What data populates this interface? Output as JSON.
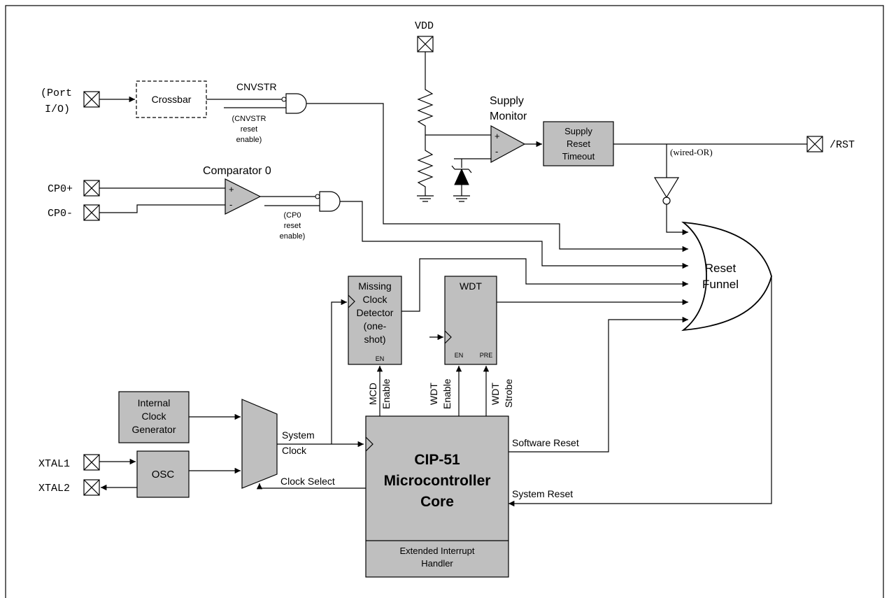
{
  "pins": {
    "port_io_1": "(Port",
    "port_io_2": "I/O)",
    "vdd": "VDD",
    "rst": "/RST",
    "cp0_plus": "CP0+",
    "cp0_minus": "CP0-",
    "xtal1": "XTAL1",
    "xtal2": "XTAL2"
  },
  "blocks": {
    "crossbar": "Crossbar",
    "supply_monitor_1": "Supply",
    "supply_monitor_2": "Monitor",
    "supply_reset_1": "Supply",
    "supply_reset_2": "Reset",
    "supply_reset_3": "Timeout",
    "comparator": "Comparator 0",
    "reset_funnel_1": "Reset",
    "reset_funnel_2": "Funnel",
    "mcd_1": "Missing",
    "mcd_2": "Clock",
    "mcd_3": "Detector",
    "mcd_4": "(one-",
    "mcd_5": "shot)",
    "mcd_en": "EN",
    "wdt": "WDT",
    "wdt_en": "EN",
    "wdt_pre": "PRE",
    "icg_1": "Internal",
    "icg_2": "Clock",
    "icg_3": "Generator",
    "osc": "OSC",
    "cip_1": "CIP-51",
    "cip_2": "Microcontroller",
    "cip_3": "Core",
    "eih_1": "Extended Interrupt",
    "eih_2": "Handler"
  },
  "signals": {
    "cnvstr": "CNVSTR",
    "cnvstr_en_1": "(CNVSTR",
    "cnvstr_en_2": "reset",
    "cnvstr_en_3": "enable)",
    "cp0_en_1": "(CP0",
    "cp0_en_2": "reset",
    "cp0_en_3": "enable)",
    "wired_or": "(wired-OR)",
    "plus": "+",
    "minus": "-",
    "system_clock_1": "System",
    "system_clock_2": "Clock",
    "clock_select": "Clock Select",
    "software_reset": "Software Reset",
    "system_reset": "System Reset",
    "mcd_enable_1": "MCD",
    "mcd_enable_2": "Enable",
    "wdt_enable_1": "WDT",
    "wdt_enable_2": "Enable",
    "wdt_strobe_1": "WDT",
    "wdt_strobe_2": "Strobe"
  },
  "colors": {
    "block_fill": "#bfbfbf",
    "line": "#000000"
  }
}
